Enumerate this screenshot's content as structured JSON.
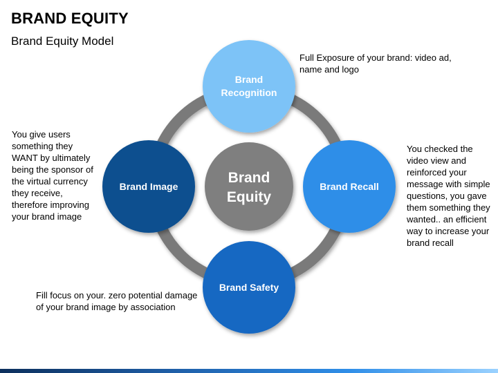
{
  "header": {
    "title": "BRAND EQUITY",
    "subtitle": "Brand Equity Model"
  },
  "diagram": {
    "center": {
      "label_line1": "Brand",
      "label_line2": "Equity",
      "color": "#7f7f7f"
    },
    "nodes": {
      "recognition": {
        "label_line1": "Brand",
        "label_line2": "Recognition",
        "color": "#7dc3f7"
      },
      "recall": {
        "label": "Brand Recall",
        "color": "#2f8ee8"
      },
      "safety": {
        "label": "Brand Safety",
        "color": "#1967c2"
      },
      "image": {
        "label": "Brand Image",
        "color": "#114f8f"
      }
    },
    "ring_color": "#7a7a7a"
  },
  "notes": {
    "recognition": "Full Exposure of your brand: video ad, name and logo",
    "recall": "You checked the video view and reinforced your message with simple questions, you gave them something they wanted.. an efficient way to increase your brand recall",
    "safety": "Fill focus on your. zero potential damage of your brand image by association",
    "image": "You give users something they WANT by ultimately being the sponsor of the virtual currency they receive, therefore improving your brand image"
  }
}
